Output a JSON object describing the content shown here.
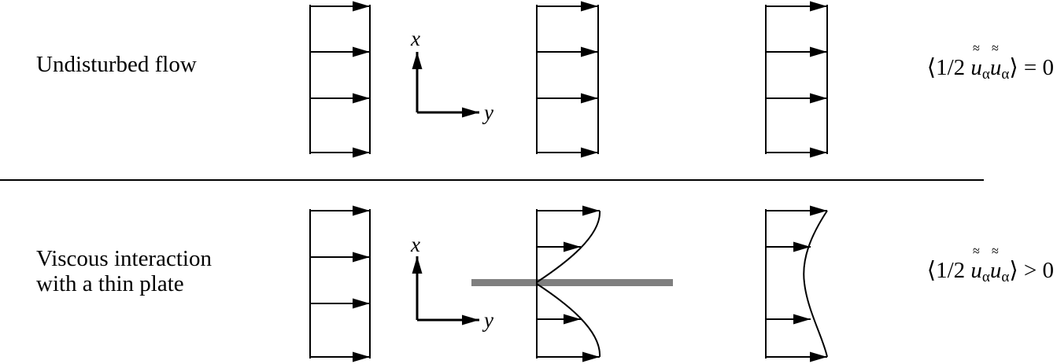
{
  "rows": [
    {
      "label_lines": [
        "Undisturbed flow"
      ],
      "equation": {
        "open": "⟨1/2 ",
        "var": "u",
        "sub": "α",
        "close": "⟩",
        "relation": "= 0"
      }
    },
    {
      "label_lines": [
        "Viscous interaction",
        "with a thin plate"
      ],
      "equation": {
        "open": "⟨1/2 ",
        "var": "u",
        "sub": "α",
        "close": "⟩",
        "relation": "> 0"
      }
    }
  ],
  "axes": {
    "vertical": "x",
    "horizontal": "y"
  },
  "colors": {
    "ink": "#000000",
    "plate": "#7f7f7f",
    "background": "#ffffff"
  },
  "icons": {
    "arrowhead": "filled-arrowhead"
  }
}
